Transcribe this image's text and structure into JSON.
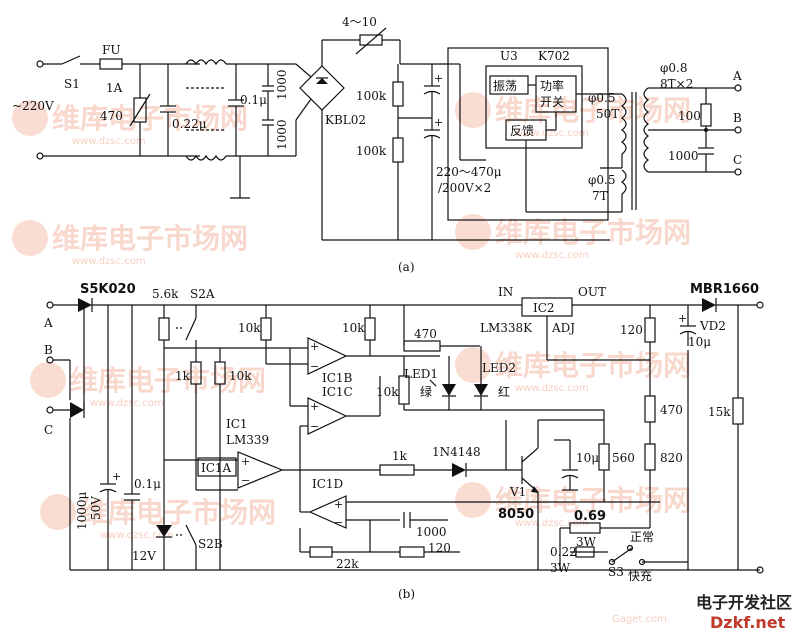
{
  "watermark": {
    "brand": "维库电子市场网",
    "url": "www.dzsc.com"
  },
  "footer": {
    "site_cn": "电子开发社区",
    "site_en": "Dzkf.net",
    "mark": "Gaget.com"
  },
  "circuit_a": {
    "caption": "(a)",
    "input": "~220V",
    "switch": "S1",
    "fuse": "FU",
    "fuse_rating": "1A",
    "varistor": "470",
    "cap_x": "0.22μ",
    "cap_y": "0.1μ",
    "cap_1000a": "1000",
    "cap_1000b": "1000",
    "bridge": "KBL02",
    "ntc": "4～10",
    "r1": "100k",
    "r2": "100k",
    "caps_main": "220～470μ",
    "caps_main_rating": "/200V×2",
    "ic": "U3",
    "ic_part": "K702",
    "blk_osc": "振荡",
    "blk_pwr1": "功率",
    "blk_pwr2": "开关",
    "blk_fb": "反馈",
    "pri": "φ0.5",
    "pri_turns": "50T",
    "aux": "φ0.5",
    "aux_turns": "7T",
    "sec": "φ0.8",
    "sec_turns": "8T×2",
    "r_out": "100",
    "c_out": "1000",
    "out_a": "A",
    "out_b": "B",
    "out_c": "C"
  },
  "circuit_b": {
    "caption": "(b)",
    "in_a": "A",
    "in_b": "B",
    "in_c": "C",
    "d_in": "S5K020",
    "c_in": "1000μ",
    "c_in_v": "50V",
    "c_01": "0.1μ",
    "zener": "12V",
    "s2a": "S2A",
    "s2b": "S2B",
    "r56": "5.6k",
    "r10k_a": "10k",
    "r10k_b": "10k",
    "r1k": "1k",
    "r10k_c": "10k",
    "r10k_d": "10k",
    "r470": "470",
    "led1": "LED1",
    "led1_c": "绿",
    "led2": "LED2",
    "led2_c": "红",
    "ic1b": "IC1B",
    "ic1c": "IC1C",
    "ic1": "IC1",
    "ic1_part": "LM339",
    "ic1a": "IC1A",
    "ic1d": "IC1D",
    "r1k_b": "1k",
    "d1": "1N4148",
    "c10u_b": "10μ",
    "q": "V1",
    "q_part": "8050",
    "c1000": "1000",
    "r22k": "22k",
    "r120_b": "120",
    "ic2": "IC2",
    "ic2_in": "IN",
    "ic2_out": "OUT",
    "ic2_part": "LM338K",
    "ic2_adj": "ADJ",
    "r120": "120",
    "c10u": "10μ",
    "d_out": "MBR1660",
    "vd2": "VD2",
    "r470_b": "470",
    "r560": "560",
    "r820": "820",
    "r15k": "15k",
    "rs1": "0.69",
    "rs1_w": "3W",
    "rs2": "0.22",
    "rs2_w": "3W",
    "s3": "S3",
    "mode_normal": "正常",
    "mode_fast": "快充"
  }
}
